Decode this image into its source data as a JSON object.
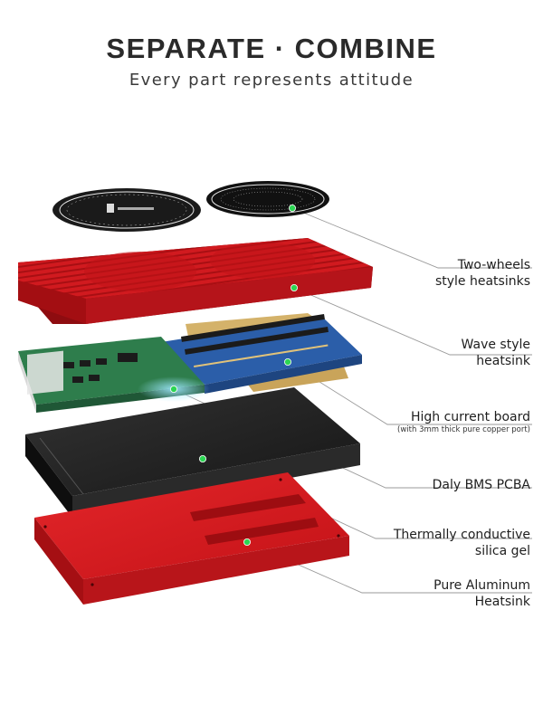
{
  "header": {
    "title": "SEPARATE · COMBINE",
    "subtitle": "Every part represents attitude"
  },
  "labels": [
    {
      "id": "two-wheels",
      "line1": "Two-wheels",
      "line2": "style heatsinks"
    },
    {
      "id": "wave",
      "line1": "Wave style",
      "line2": "heatsink"
    },
    {
      "id": "high-current",
      "line1": "High current board",
      "note": "(with 3mm thick pure copper port)"
    },
    {
      "id": "bms",
      "line1": "Daly BMS PCBA"
    },
    {
      "id": "thermal",
      "line1": "Thermally conductive",
      "line2": "silica gel"
    },
    {
      "id": "aluminum",
      "line1": "Pure Aluminum",
      "line2": "Heatsink"
    }
  ],
  "colors": {
    "red": "#d3161b",
    "dark_red": "#8e0c10",
    "black_part": "#1d1d1d",
    "pcb_blue": "#2b5ea9",
    "pcb_green": "#2e7d4c",
    "copper": "#c9a45a",
    "marker": "#2cd653"
  }
}
